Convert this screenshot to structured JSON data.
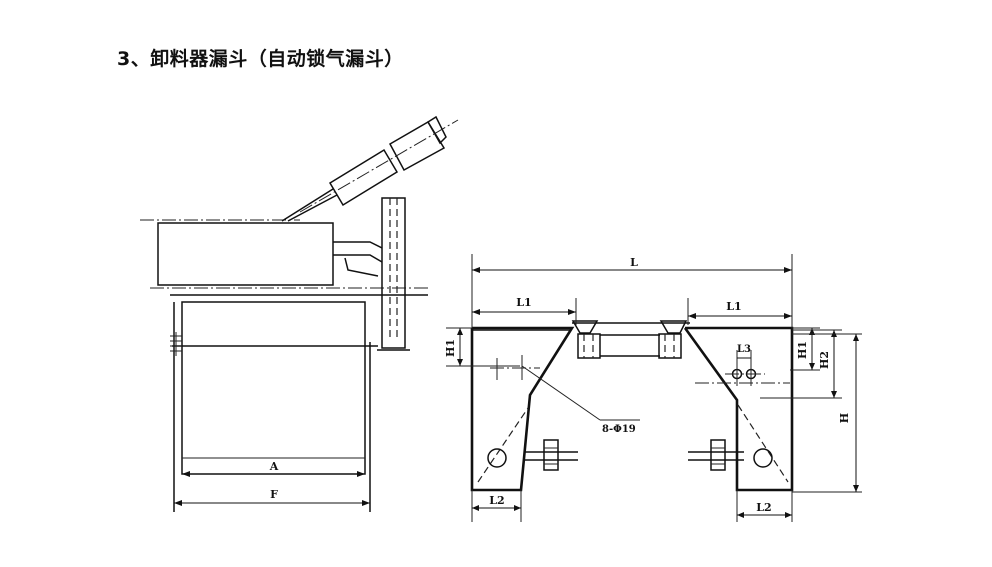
{
  "heading": "3、卸料器漏斗（自动锁气漏斗）",
  "side_view": {
    "dim_a": "A",
    "dim_f": "F"
  },
  "front_view": {
    "dim_l": "L",
    "dim_l1_left": "L1",
    "dim_l1_right": "L1",
    "dim_l2_left": "L2",
    "dim_l2_right": "L2",
    "dim_l3": "L3",
    "dim_h": "H",
    "dim_h1_left": "H1",
    "dim_h1_right": "H1",
    "dim_h2": "H2",
    "holes_callout": "8-Φ19"
  }
}
